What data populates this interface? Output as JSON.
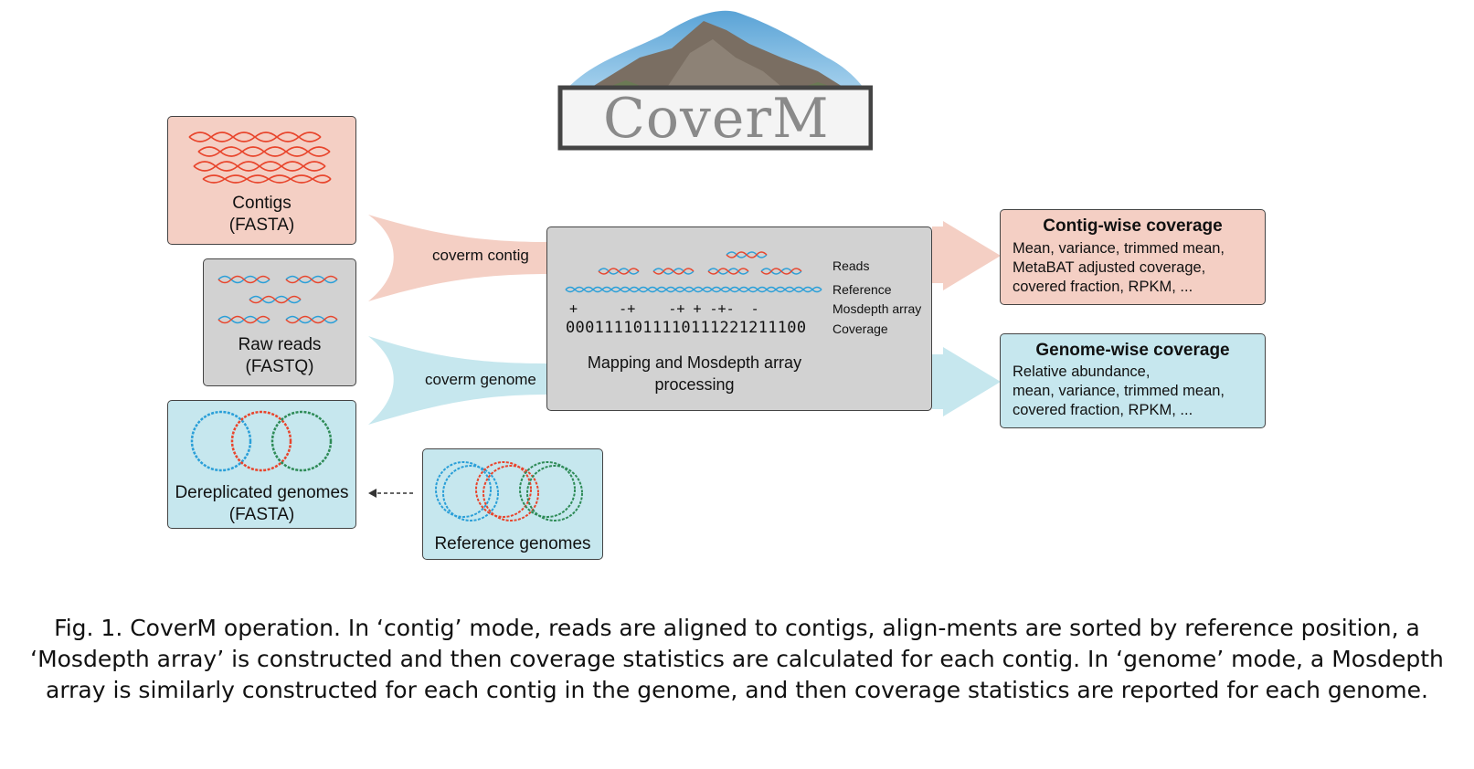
{
  "logo": {
    "text": "CoverM"
  },
  "inputs": {
    "contigs": {
      "line1": "Contigs",
      "line2": "(FASTA)"
    },
    "raw_reads": {
      "line1": "Raw reads",
      "line2": "(FASTQ)"
    },
    "genomes": {
      "line1": "Dereplicated genomes",
      "line2": "(FASTA)"
    },
    "reference": {
      "label": "Reference genomes"
    }
  },
  "flows": {
    "contig": "coverm contig",
    "genome": "coverm genome"
  },
  "processing": {
    "row_labels": {
      "reads": "Reads",
      "reference": "Reference",
      "mosdepth": "Mosdepth array",
      "coverage": "Coverage"
    },
    "mosdepth_symbols": "+     -+    -+ + -+-  -",
    "coverage_digits": "0001111011110111221211100",
    "caption_line1": "Mapping and Mosdepth array",
    "caption_line2": "processing"
  },
  "outputs": {
    "contig": {
      "title": "Contig-wise coverage",
      "lines": [
        "Mean, variance, trimmed mean,",
        "MetaBAT adjusted coverage,",
        "covered fraction, RPKM, ..."
      ]
    },
    "genome": {
      "title": "Genome-wise coverage",
      "lines": [
        "Relative abundance,",
        "mean, variance, trimmed mean,",
        "covered fraction, RPKM, ..."
      ]
    }
  },
  "colors": {
    "pink_fill": "#f4cfc4",
    "cyan_fill": "#c6e7ee",
    "grey_fill": "#d2d2d2",
    "dna_red": "#e8452c",
    "dna_blue": "#2a9fd8",
    "dna_green": "#2e8b57"
  },
  "caption": "Fig. 1. CoverM operation. In ‘contig’ mode, reads are aligned to contigs, align-ments are sorted by reference position, a ‘Mosdepth array’ is constructed and then coverage statistics are calculated for each contig. In ‘genome’ mode, a Mosdepth array is similarly constructed for each contig in the genome, and then coverage statistics are reported for each genome."
}
